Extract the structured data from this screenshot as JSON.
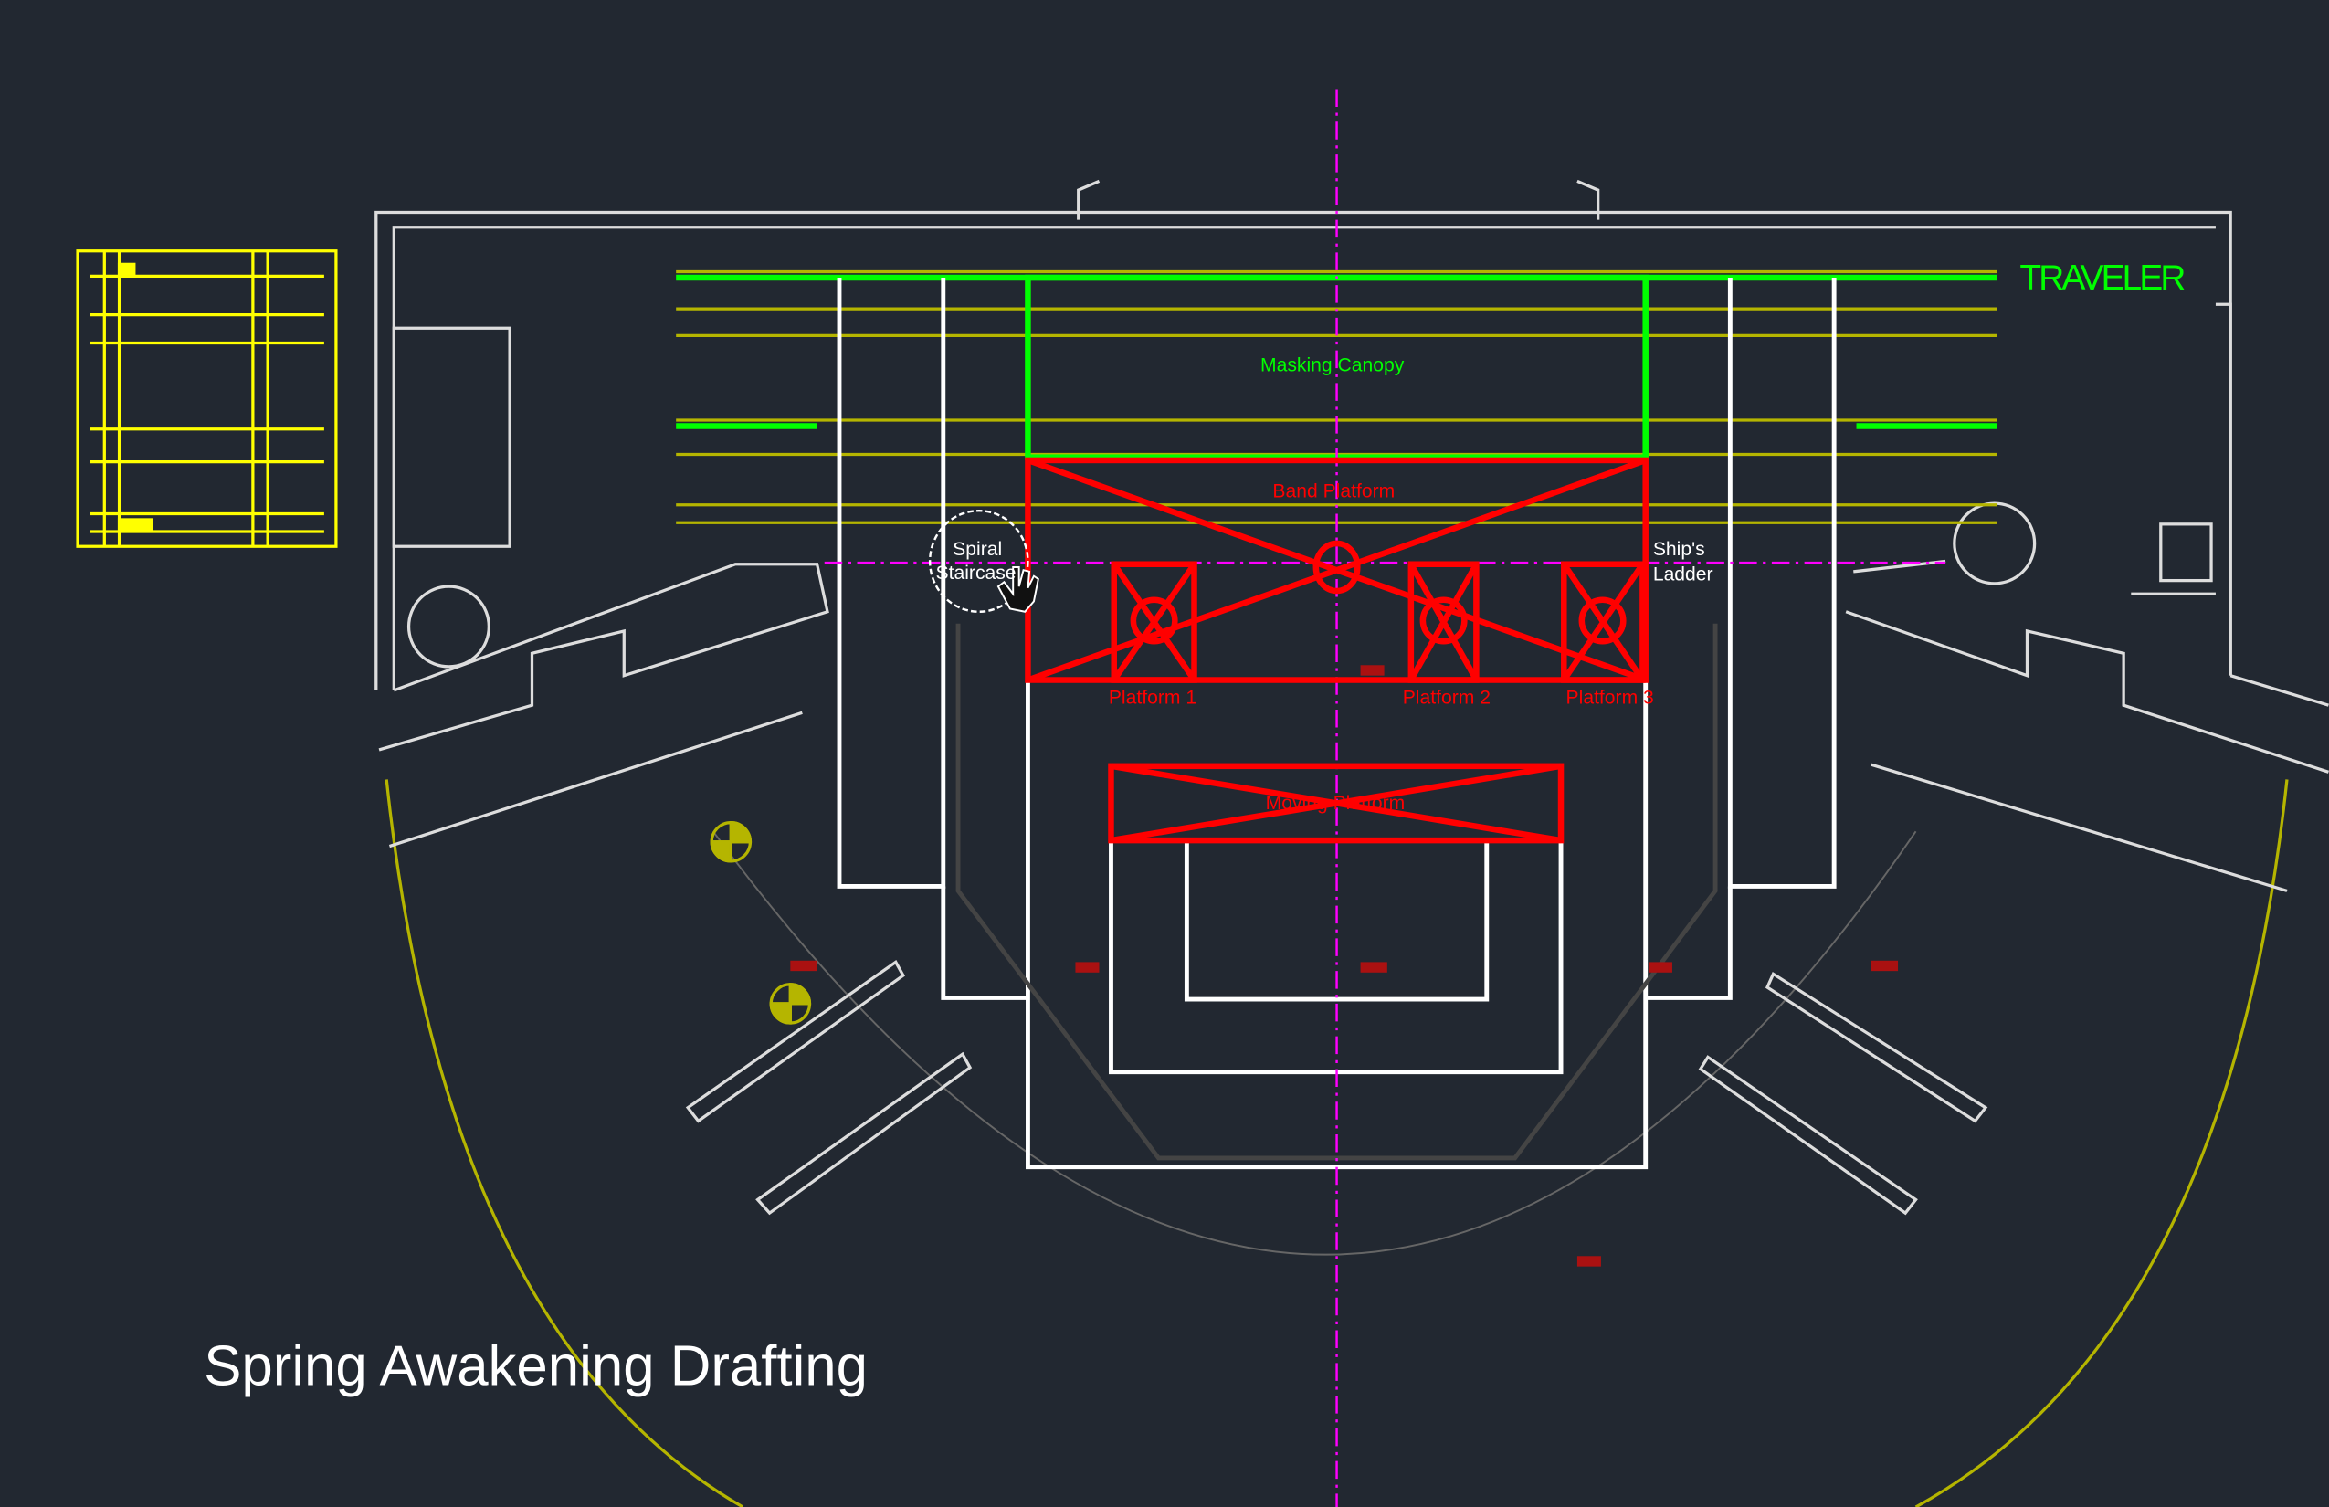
{
  "title": "Spring Awakening Drafting",
  "labels": {
    "traveler": "TRAVELER",
    "masking_canopy": "Masking Canopy",
    "band_platform": "Band Platform",
    "spiral_line1": "Spiral",
    "spiral_line2": "Staircase",
    "ships_line1": "Ship's",
    "ships_line2": "Ladder",
    "platform1": "Platform 1",
    "platform2": "Platform 2",
    "platform3": "Platform 3",
    "moving_platform": "Moving Platform"
  },
  "colors": {
    "background": "#222831",
    "structure": "#ffffff",
    "scenery": "#ff0000",
    "masking": "#00ff00",
    "battens": "#b5b500",
    "centerline": "#ff00ff",
    "legend": "#ffff00"
  }
}
